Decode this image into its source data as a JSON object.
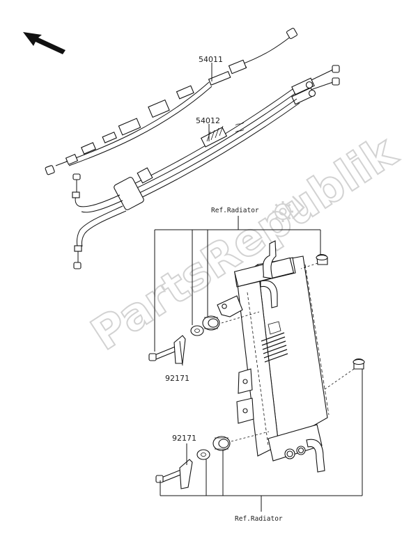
{
  "callouts": {
    "cable_upper": "54011",
    "cable_lower": "54012",
    "clamp_top": "92171",
    "clamp_bottom": "92171"
  },
  "refs": {
    "top": "Ref.Radiator",
    "bottom": "Ref.Radiator"
  },
  "watermark": {
    "text": "PartsRepublik"
  }
}
